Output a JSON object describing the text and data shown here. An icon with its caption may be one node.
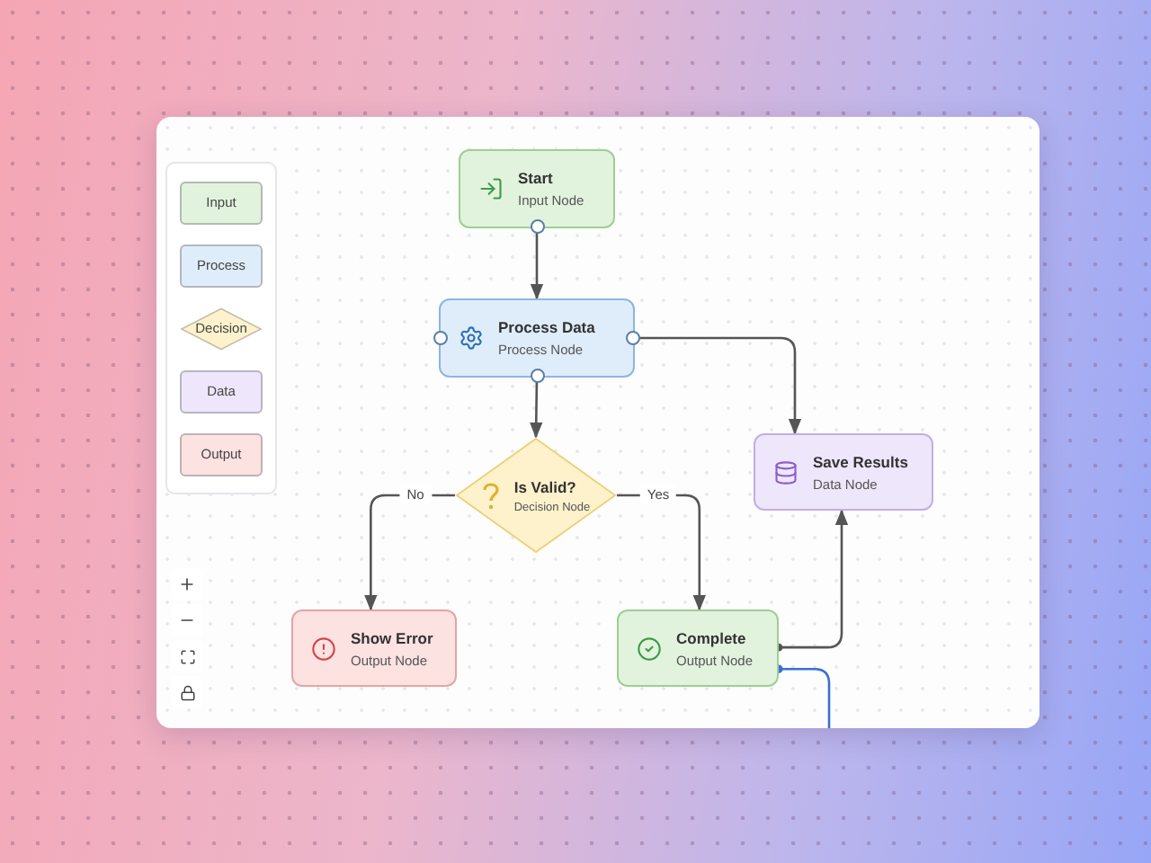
{
  "diagram": {
    "nodes": [
      {
        "text": [
          "Start",
          "Input Node"
        ]
      },
      {
        "text": [
          "Process Data",
          "Process Node"
        ]
      },
      {
        "text": [
          "Is Valid?",
          "Decision Node"
        ]
      },
      {
        "text": [
          "Save Results",
          "Data Node"
        ]
      },
      {
        "text": [
          "Show Error",
          "Output Node"
        ]
      },
      {
        "text": [
          "Complete",
          "Output Node"
        ]
      }
    ],
    "edges": [
      {
        "from": 0,
        "to": 1,
        "arrow": "to"
      },
      {
        "from": 1,
        "to": 2,
        "arrow": "to"
      },
      {
        "from": 1,
        "to": 3,
        "arrow": "to"
      },
      {
        "from": 2,
        "to": 4,
        "label": "No",
        "arrow": "to"
      },
      {
        "from": 2,
        "to": 5,
        "label": "Yes",
        "arrow": "to"
      },
      {
        "from": 5,
        "to": 3,
        "arrow": "to"
      },
      {
        "from": 5,
        "to": null,
        "arrow": "other",
        "color": "#3b6fd4"
      }
    ],
    "legend": [
      {
        "text": "Input",
        "color": "#e2f3dd"
      },
      {
        "text": "Process",
        "color": "#dfedfb"
      },
      {
        "text": "Decision",
        "color": "#fdf2cc"
      },
      {
        "text": "Data",
        "color": "#eee6fb"
      },
      {
        "text": "Output",
        "color": "#fde2e2"
      }
    ]
  }
}
